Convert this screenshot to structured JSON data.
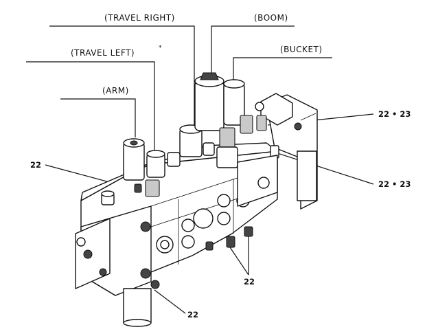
{
  "labels": {
    "travel_right": "(TRAVEL RIGHT)",
    "boom": "(BOOM)",
    "travel_left": "(TRAVEL LEFT)",
    "travel_left_mark": "*",
    "bucket": "(BUCKET)",
    "arm": "(ARM)"
  },
  "callouts": {
    "right_upper": "22 • 23",
    "right_lower": "22 • 23",
    "left": "22",
    "bottom_middle": "22",
    "bottom_left": "22"
  },
  "icons": [
    "control-valve-assembly-drawing"
  ]
}
